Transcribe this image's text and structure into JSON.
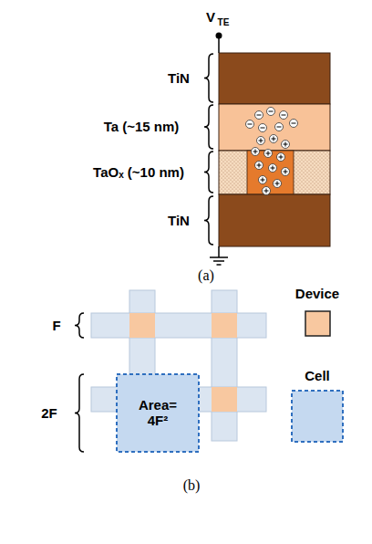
{
  "diagram": {
    "labels": [
      "V",
      "TE",
      "TiN",
      "Ta (~15 nm)",
      "TaOₓ (~10 nm)",
      "TiN",
      "(a)",
      "F",
      "2F",
      "Area= 4F²",
      "Device",
      "Cell",
      "(b)"
    ]
  }
}
